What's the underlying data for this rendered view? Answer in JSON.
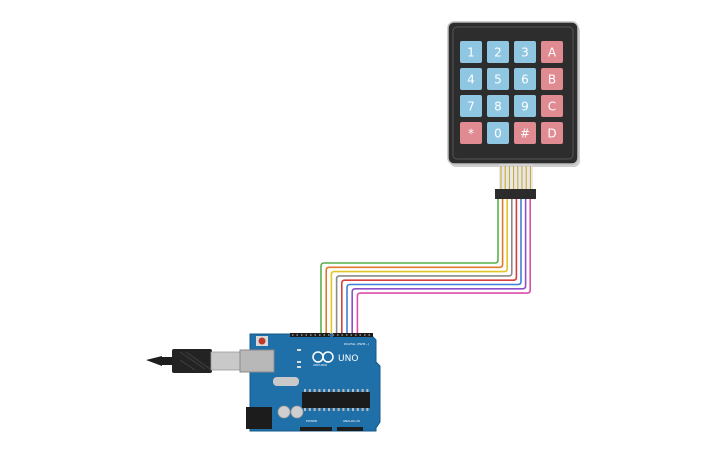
{
  "keypad": {
    "keys": [
      {
        "label": "1",
        "color": "#8fc7e3"
      },
      {
        "label": "2",
        "color": "#8fc7e3"
      },
      {
        "label": "3",
        "color": "#8fc7e3"
      },
      {
        "label": "A",
        "color": "#e08a92"
      },
      {
        "label": "4",
        "color": "#8fc7e3"
      },
      {
        "label": "5",
        "color": "#8fc7e3"
      },
      {
        "label": "6",
        "color": "#8fc7e3"
      },
      {
        "label": "B",
        "color": "#e08a92"
      },
      {
        "label": "7",
        "color": "#8fc7e3"
      },
      {
        "label": "8",
        "color": "#8fc7e3"
      },
      {
        "label": "9",
        "color": "#8fc7e3"
      },
      {
        "label": "C",
        "color": "#e08a92"
      },
      {
        "label": "*",
        "color": "#e08a92"
      },
      {
        "label": "0",
        "color": "#8fc7e3"
      },
      {
        "label": "#",
        "color": "#e08a92"
      },
      {
        "label": "D",
        "color": "#e08a92"
      }
    ],
    "body_color": "#2d2d2d"
  },
  "wires": [
    {
      "color": "#59b04a"
    },
    {
      "color": "#e07a2a"
    },
    {
      "color": "#e0c62a"
    },
    {
      "color": "#8a8a8a"
    },
    {
      "color": "#d63f3f"
    },
    {
      "color": "#3f7fd6"
    },
    {
      "color": "#8a4fc9"
    },
    {
      "color": "#d94fa8"
    }
  ],
  "arduino": {
    "brand": "ARDUINO",
    "model": "UNO",
    "digital_label": "DIGITAL (PWM~)",
    "power_label": "POWER",
    "analog_label": "ANALOG IN",
    "board_color": "#1f6fa8"
  }
}
